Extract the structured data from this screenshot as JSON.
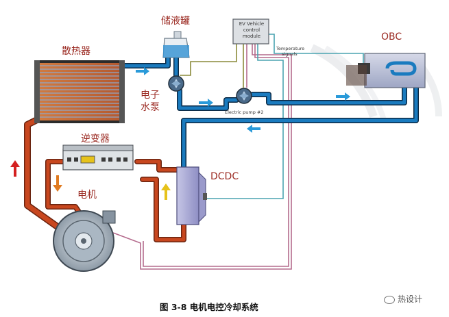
{
  "labels": {
    "radiator": "散热器",
    "reservoir": "储液罐",
    "electric_water_pump": "电子\n水泵",
    "electric_water_pump_line1": "电子",
    "electric_water_pump_line2": "水泵",
    "inverter": "逆变器",
    "motor": "电机",
    "dcdc": "DCDC",
    "obc": "OBC",
    "ev_control_module": "EV Vehicle\ncontrol\nmodule",
    "ev_line1": "EV Vehicle",
    "ev_line2": "control",
    "ev_line3": "module",
    "temperature_signals_line1": "Temperature",
    "temperature_signals_line2": "signals",
    "electric_pump_2": "Electric pump #2"
  },
  "caption": "图 3-8  电机电控冷却系统",
  "watermark": "热设计",
  "colors": {
    "hot_coolant": "#c8471f",
    "hot_coolant_edge": "#6a2410",
    "cold_coolant": "#1a7bbf",
    "cold_coolant_edge": "#0c2a44",
    "signal_pink": "#b46a8c",
    "signal_teal": "#4aa3b0",
    "signal_olive": "#8a8a3a",
    "label_red": "#9b2a22",
    "flow_arrow_blue": "#2a9ad9",
    "flow_arrow_red": "#d42020",
    "flow_arrow_orange": "#e07a20",
    "flow_arrow_yellow": "#e6c21a"
  }
}
